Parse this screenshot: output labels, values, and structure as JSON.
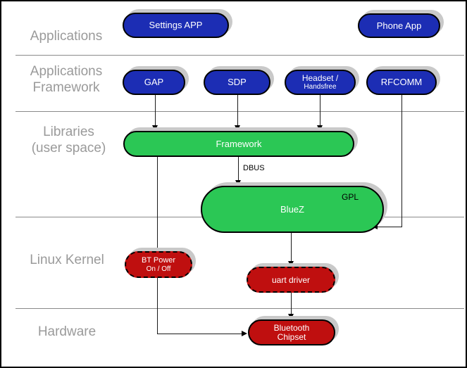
{
  "colors": {
    "app_blue": "#1c2db4",
    "library_green": "#2bc755",
    "kernel_red": "#bf0f0f",
    "layer_label_gray": "#9a9a9a",
    "divider_gray": "#8a8a8a",
    "shadow_gray": "#c9c9c9"
  },
  "layers": [
    {
      "label": "Applications"
    },
    {
      "label": "Applications\nFramework"
    },
    {
      "label": "Libraries\n(user space)"
    },
    {
      "label": "Linux Kernel"
    },
    {
      "label": "Hardware"
    }
  ],
  "nodes": {
    "settings_app": {
      "label": "Settings APP"
    },
    "phone_app": {
      "label": "Phone App"
    },
    "gap": {
      "label": "GAP"
    },
    "sdp": {
      "label": "SDP"
    },
    "headset": {
      "label": "Headset /",
      "sublabel": "Handsfree"
    },
    "rfcomm": {
      "label": "RFCOMM"
    },
    "framework": {
      "label": "Framework"
    },
    "bluez": {
      "label": "BlueZ",
      "badge": "GPL"
    },
    "bt_power": {
      "label": "BT Power",
      "sublabel": "On / Off"
    },
    "uart_driver": {
      "label": "uart driver"
    },
    "bluetooth_chipset": {
      "label": "Bluetooth",
      "sublabel": "Chipset"
    }
  },
  "edge_labels": {
    "dbus": "DBUS"
  }
}
